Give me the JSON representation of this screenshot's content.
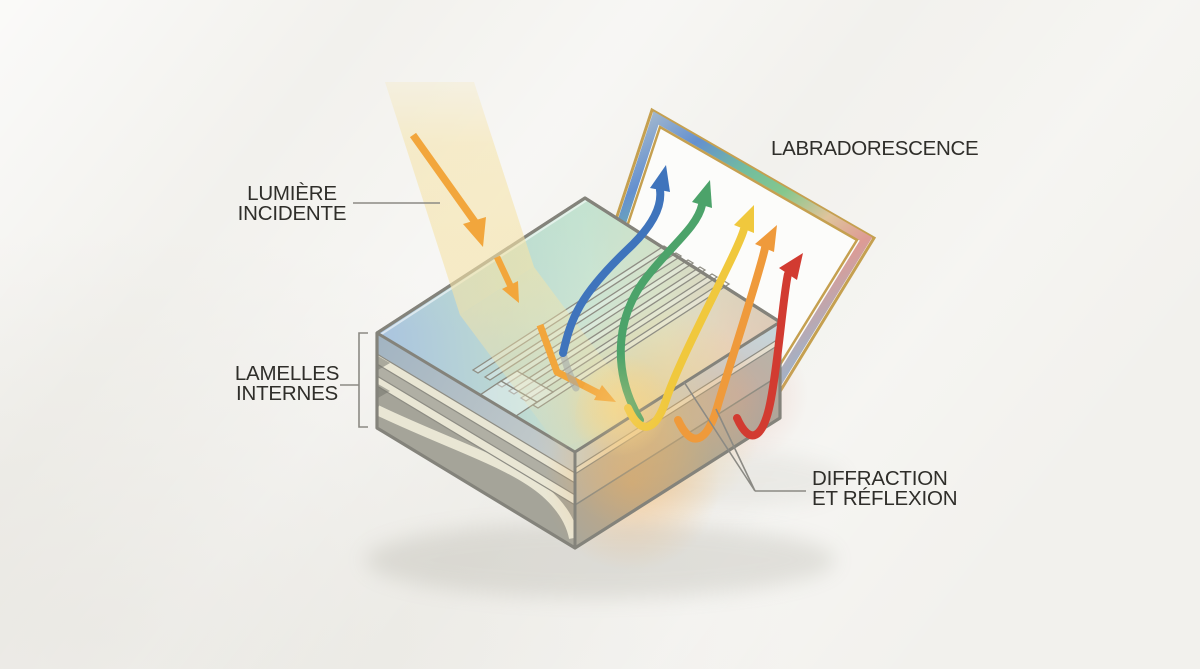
{
  "title": {
    "text": "LABRADORESCENCE"
  },
  "labels": {
    "incident_light": {
      "line1": "LUMIÈRE",
      "line2": "INCIDENTE"
    },
    "internal_lamellae": {
      "line1": "LAMELLES",
      "line2": "INTERNES"
    },
    "diffraction_reflection": {
      "line1": "DIFFRACTION",
      "line2": "ET RÉFLEXION"
    }
  },
  "colors": {
    "background": "#f2f1ed",
    "text": "#2f2e2a",
    "leader_line": "#8b8a84",
    "frame_gold": "#c5a050",
    "panel_white": "#fcfcfa",
    "beam": "#f5e3a8",
    "incident_arrow": "#f2a63c",
    "block_outline": "#84837b",
    "spectral": [
      {
        "name": "blue",
        "hex": "#3f74bc"
      },
      {
        "name": "green",
        "hex": "#4ca36a"
      },
      {
        "name": "yellow",
        "hex": "#f0c83d"
      },
      {
        "name": "orange",
        "hex": "#ef9a3b"
      },
      {
        "name": "red",
        "hex": "#d23b31"
      }
    ],
    "iridescent": [
      "#a3b8ce",
      "#6490cf",
      "#72bd9e",
      "#85c78d",
      "#dfc49c",
      "#dd9b94",
      "#9fb2c8"
    ]
  }
}
